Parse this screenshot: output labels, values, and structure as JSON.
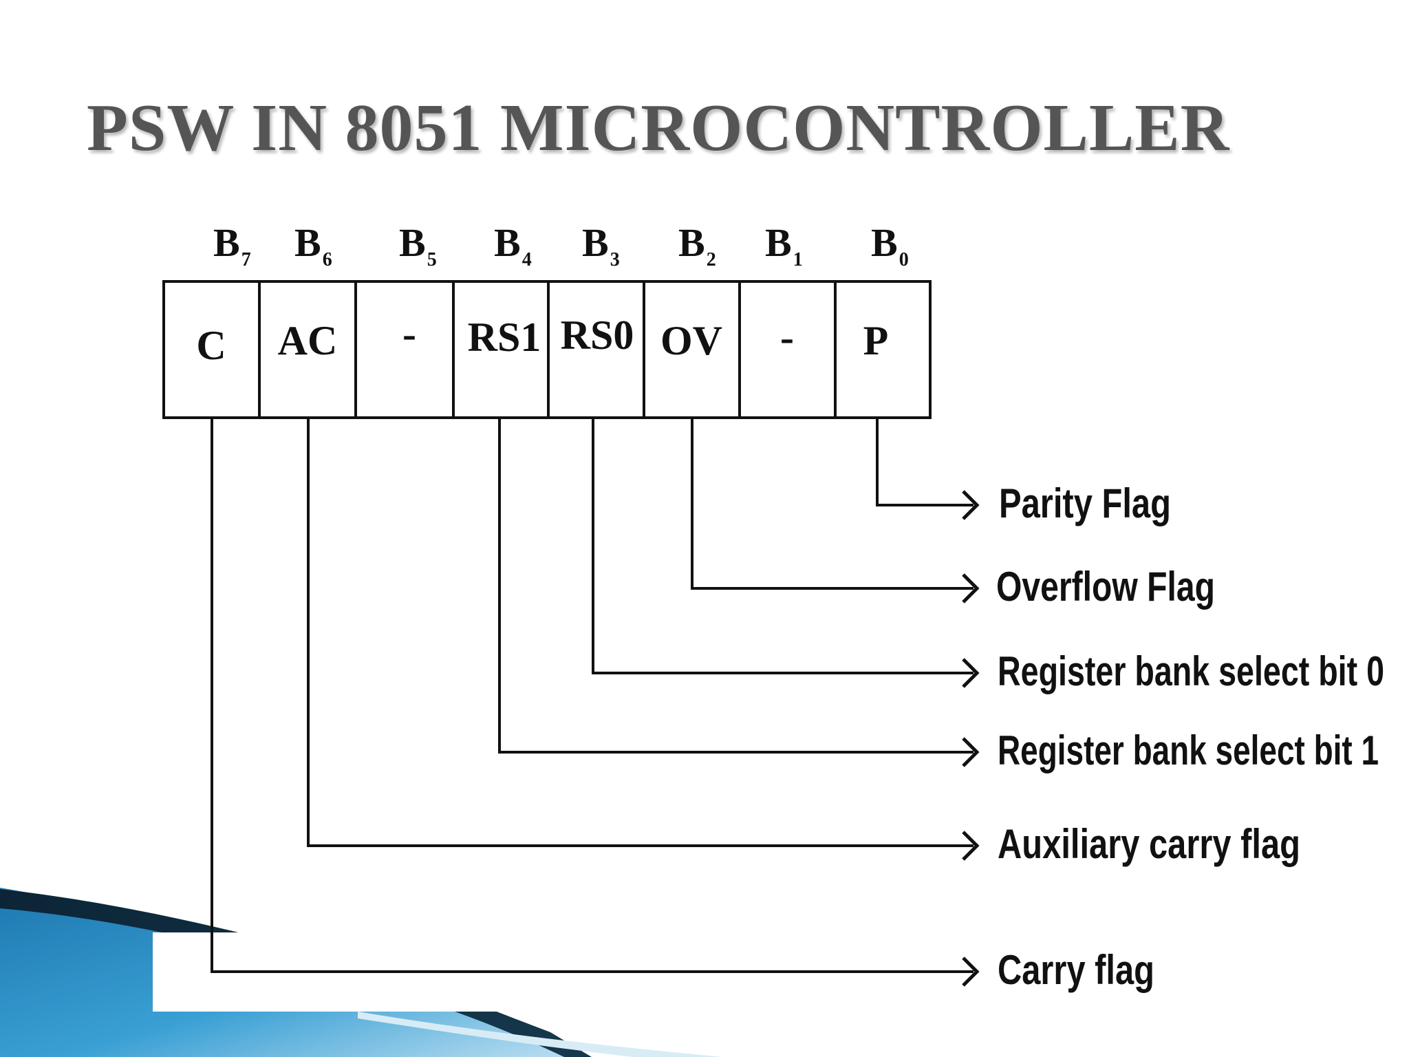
{
  "title": "PSW IN 8051 MICROCONTROLLER",
  "bits": [
    {
      "base": "B",
      "sub": "7",
      "label": "C"
    },
    {
      "base": "B",
      "sub": "6",
      "label": "AC"
    },
    {
      "base": "B",
      "sub": "5",
      "label": "-"
    },
    {
      "base": "B",
      "sub": "4",
      "label": "RS1"
    },
    {
      "base": "B",
      "sub": "3",
      "label": "RS0"
    },
    {
      "base": "B",
      "sub": "2",
      "label": "OV"
    },
    {
      "base": "B",
      "sub": "1",
      "label": "-"
    },
    {
      "base": "B",
      "sub": "0",
      "label": "P"
    }
  ],
  "flags": [
    {
      "bit": "B0",
      "description": "Parity Flag"
    },
    {
      "bit": "B2",
      "description": "Overflow Flag"
    },
    {
      "bit": "B3",
      "description": "Register bank select bit 0"
    },
    {
      "bit": "B4",
      "description": "Register bank select bit 1"
    },
    {
      "bit": "B6",
      "description": "Auxiliary carry flag"
    },
    {
      "bit": "B7",
      "description": "Carry flag"
    }
  ],
  "colors": {
    "title": "#555555",
    "line": "#111111",
    "accent_dark": "#0f2a3c",
    "accent_blue": "#2b8ec4",
    "accent_light": "#cfe6f3"
  }
}
